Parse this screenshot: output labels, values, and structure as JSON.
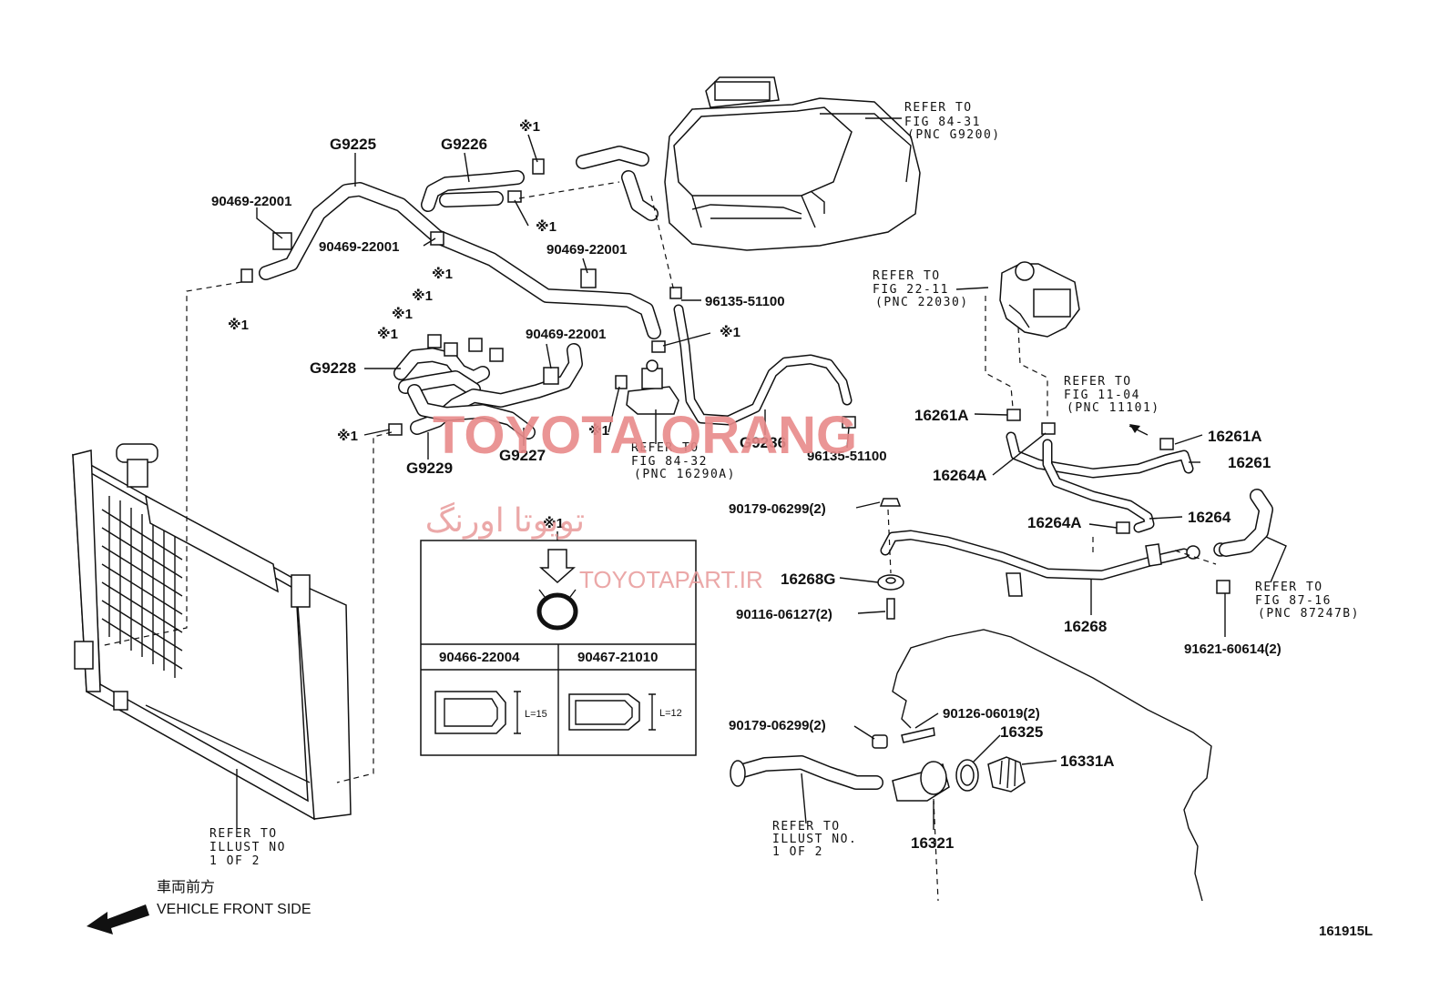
{
  "labels": {
    "g9225": "G9225",
    "g9226": "G9226",
    "g9228": "G9228",
    "g9229": "G9229",
    "g9227": "G9227",
    "g9236": "G9236",
    "p_90469_a": "90469-22001",
    "p_90469_b": "90469-22001",
    "p_90469_c": "90469-22001",
    "p_90469_d": "90469-22001",
    "p_96135_a": "96135-51100",
    "p_96135_b": "96135-51100",
    "p_16261a_a": "16261A",
    "p_16261a_b": "16261A",
    "p_16261": "16261",
    "p_16264a_a": "16264A",
    "p_16264a_b": "16264A",
    "p_16264": "16264",
    "p_90179_a": "90179-06299(2)",
    "p_90179_b": "90179-06299(2)",
    "p_16268g": "16268G",
    "p_90116": "90116-06127(2)",
    "p_16268": "16268",
    "p_91621": "91621-60614(2)",
    "p_90126": "90126-06019(2)",
    "p_16325": "16325",
    "p_16331a": "16331A",
    "p_16321": "16321",
    "mark": "※1",
    "diagram_id": "161915L"
  },
  "refer_notes": {
    "fig84_31": [
      "REFER TO",
      "FIG 84-31",
      "(PNC G9200)"
    ],
    "fig22_11": [
      "REFER TO",
      "FIG 22-11",
      "(PNC 22030)"
    ],
    "fig11_04": [
      "REFER TO",
      "FIG 11-04",
      "(PNC 11101)"
    ],
    "fig84_32": [
      "REFER TO",
      "FIG 84-32",
      "(PNC 16290A)"
    ],
    "fig87_16": [
      "REFER TO",
      "FIG 87-16",
      "(PNC 87247B)"
    ],
    "illust_left": [
      "REFER TO",
      "ILLUST NO",
      "1 OF 2"
    ],
    "illust_right": [
      "REFER TO",
      "ILLUST NO.",
      "1 OF 2"
    ]
  },
  "inset": {
    "mark": "※1",
    "clamp_a": "90466-22004",
    "clamp_b": "90467-21010",
    "len_a": "L=15",
    "len_b": "L=12"
  },
  "direction": {
    "japanese": "車両前方",
    "english": "VEHICLE FRONT SIDE"
  },
  "watermark": {
    "brand": "TOYOTA ORANG",
    "persian": "تویوتا اورنگ",
    "site": "TOYOTAPART.IR"
  },
  "colors": {
    "line": "#111111",
    "watermark": "#e88a8a"
  }
}
